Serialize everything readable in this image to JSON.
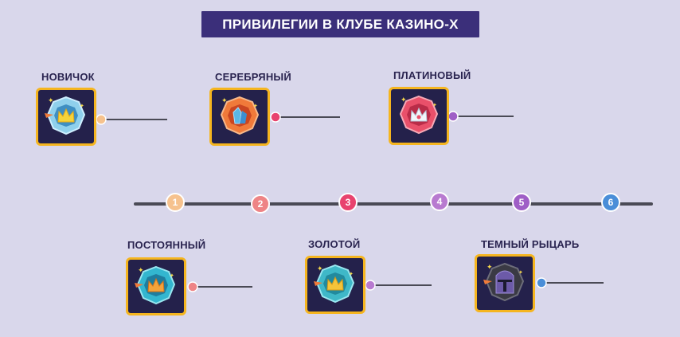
{
  "title": "ПРИВИЛЕГИИ В КЛУБЕ КАЗИНО-Х",
  "colors": {
    "background": "#d9d7eb",
    "banner": "#3b2f7a",
    "timeline": "#4a4a55",
    "card_border": "#f5b51f",
    "card_bg": "#24214b"
  },
  "levels": [
    {
      "number": "1",
      "name": "НОВИЧОК",
      "color": "#f6c28e",
      "icon": "gem-light-blue-crown-icon"
    },
    {
      "number": "2",
      "name": "ПОСТОЯННЫЙ",
      "color": "#ee8486",
      "icon": "gem-teal-orange-crown-icon"
    },
    {
      "number": "3",
      "name": "СЕРЕБРЯНЫЙ",
      "color": "#e8436e",
      "icon": "gem-orange-blue-crystal-icon"
    },
    {
      "number": "4",
      "name": "ЗОЛОТОЙ",
      "color": "#b87ad0",
      "icon": "gem-teal-gold-crown-icon"
    },
    {
      "number": "5",
      "name": "ПЛАТИНОВЫЙ",
      "color": "#9f5ec6",
      "icon": "gem-red-white-crown-icon"
    },
    {
      "number": "6",
      "name": "ТЕМНЫЙ РЫЦАРЬ",
      "color": "#4a8ed8",
      "icon": "knight-helmet-icon"
    }
  ]
}
